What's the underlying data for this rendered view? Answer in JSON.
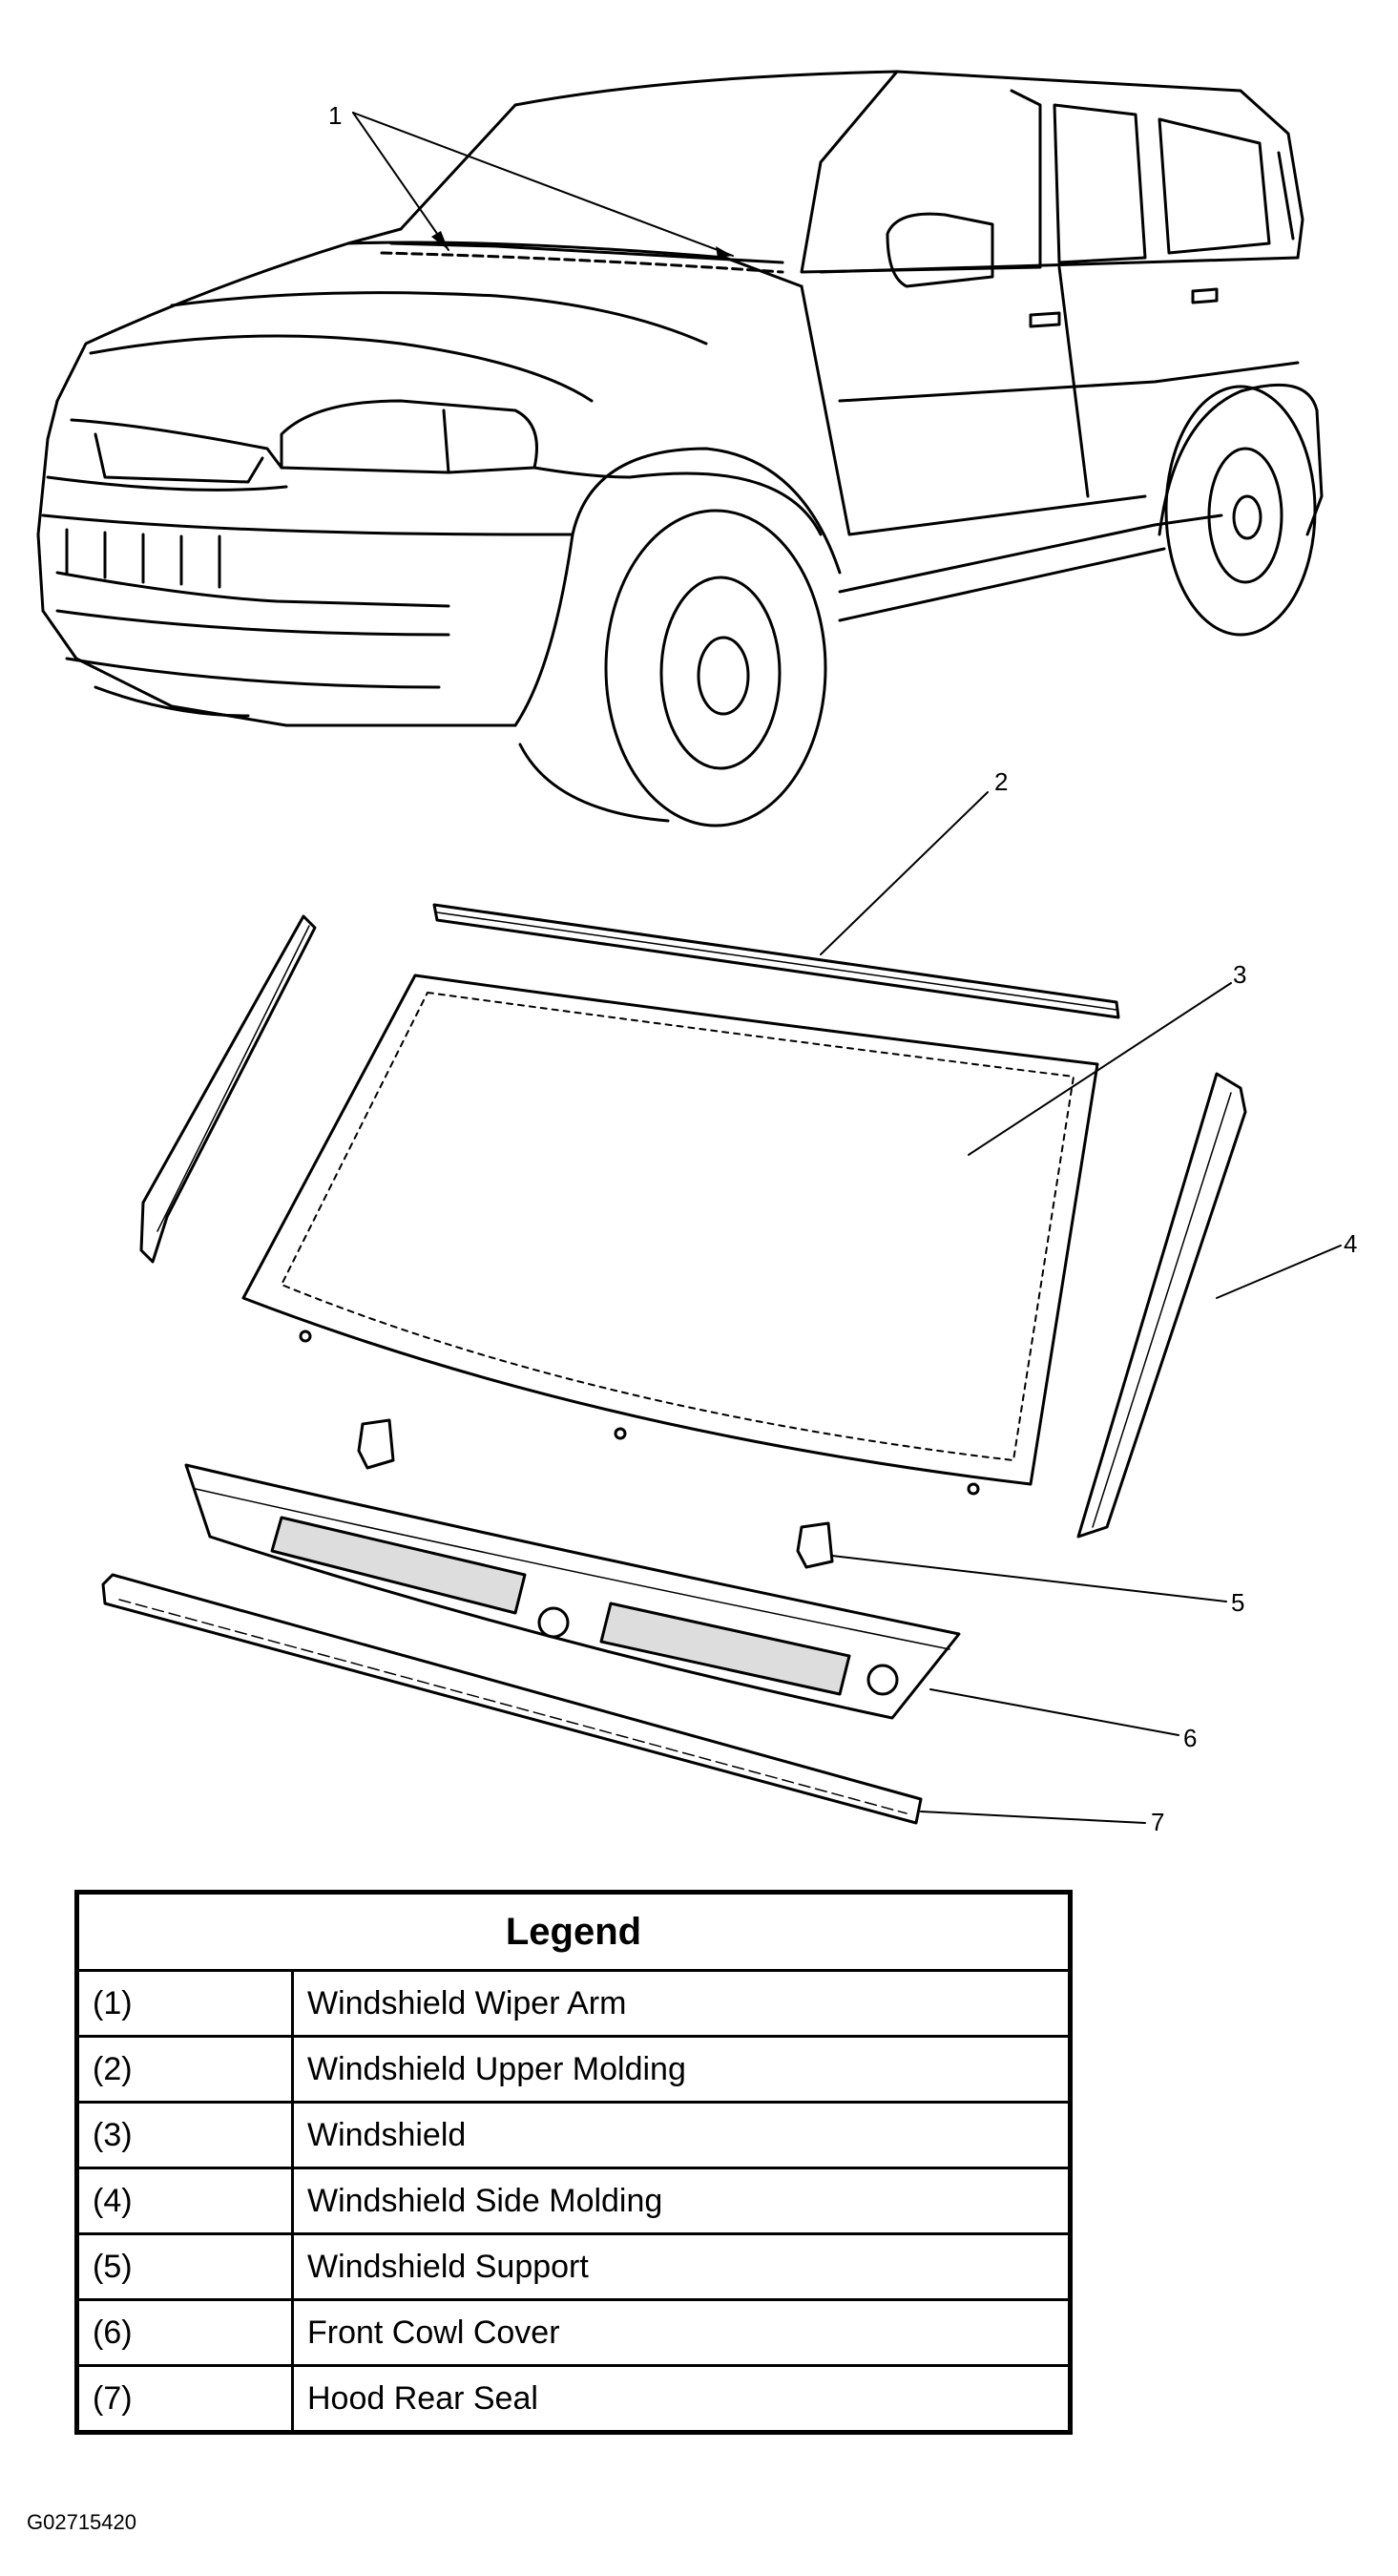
{
  "callouts": [
    "1",
    "2",
    "3",
    "4",
    "5",
    "6",
    "7"
  ],
  "legend": {
    "title": "Legend",
    "rows": [
      {
        "num": "(1)",
        "label": "Windshield Wiper Arm"
      },
      {
        "num": "(2)",
        "label": "Windshield Upper Molding"
      },
      {
        "num": "(3)",
        "label": "Windshield"
      },
      {
        "num": "(4)",
        "label": "Windshield Side Molding"
      },
      {
        "num": "(5)",
        "label": "Windshield Support"
      },
      {
        "num": "(6)",
        "label": "Front Cowl Cover"
      },
      {
        "num": "(7)",
        "label": "Hood Rear Seal"
      }
    ]
  },
  "figure_code": "G02715420"
}
